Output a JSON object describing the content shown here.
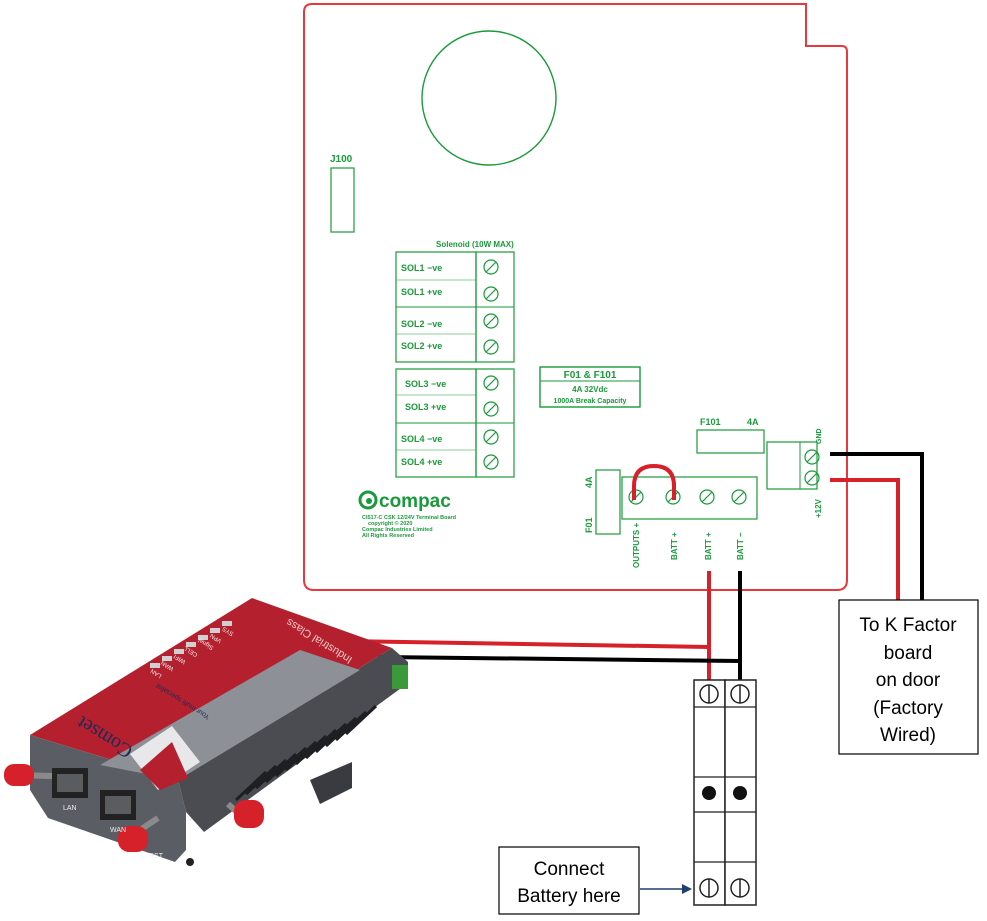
{
  "board": {
    "j100_label": "J100",
    "solenoid_header": "Solenoid (10W MAX)",
    "terminals": [
      "SOL1 −ve",
      "SOL1 +ve",
      "SOL2 −ve",
      "SOL2 +ve",
      "SOL3 −ve",
      "SOL3 +ve",
      "SOL4 −ve",
      "SOL4 +ve"
    ],
    "fuse_box": {
      "title": "F01 & F101",
      "rating": "4A   32Vdc",
      "break": "1000A Break Capacity"
    },
    "f101": "F101",
    "f101_rating": "4A",
    "f01": "F01",
    "f01_rating": "4A",
    "bottom_labels": [
      "OUTPUTS +",
      "BATT +",
      "BATT +",
      "BATT −"
    ],
    "gnd": "GND",
    "plus12": "+12V",
    "brand": "compac",
    "brand_lines": [
      "CI517-C CSK 12/24V Terminal Board",
      "copyright © 2020",
      "Compac Industries Limited",
      "All Rights Reserved"
    ]
  },
  "router": {
    "brand": "Comset",
    "tagline": "Your multi specialist",
    "class_text": "Industrial Class",
    "leds": [
      "SYS",
      "VPN",
      "Signal",
      "CELL",
      "WIFI",
      "WAN",
      "LAN"
    ],
    "ports": [
      "LAN",
      "WAN"
    ],
    "rst": "RST"
  },
  "callouts": {
    "k_factor": [
      "To K Factor",
      "board",
      "on door",
      "(Factory",
      "Wired)"
    ],
    "battery": [
      "Connect",
      "Battery here"
    ]
  },
  "colors": {
    "board_outline": "#e8383c",
    "silkscreen": "#1a9a3a",
    "red_wire": "#d6202a",
    "black_wire": "#000000"
  }
}
